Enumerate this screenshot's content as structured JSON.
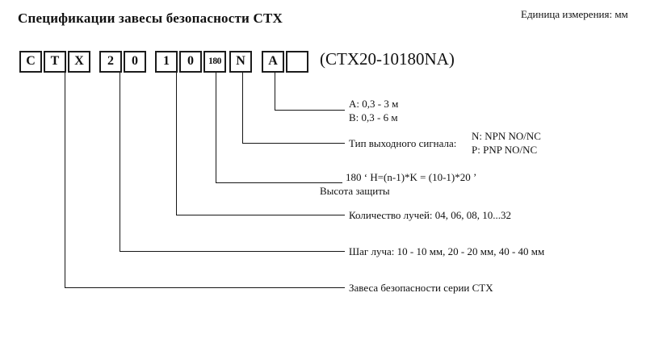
{
  "page": {
    "title": "Спецификации завесы безопасности СТХ",
    "unit_note": "Единица измерения: мм"
  },
  "code": {
    "boxes": [
      "С",
      "Т",
      "Х",
      "2",
      "0",
      "1",
      "0",
      "180",
      "N",
      "A",
      ""
    ],
    "full_code": "(СТХ20-10180NA)"
  },
  "legend": {
    "range_a": "A: 0,3 - 3 м",
    "range_b": "B: 0,3 - 6 м",
    "signal_label": "Тип выходного сигнала:",
    "signal_n": "N: NPN NO/NC",
    "signal_p": "P: PNP NO/NC",
    "height_formula": "180  ‘ H=(n-1)*K = (10-1)*20 ’",
    "height_label": "Высота защиты",
    "beam_count": "Количество лучей: 04, 06, 08, 10...32",
    "beam_pitch": "Шаг луча: 10 - 10 мм, 20 - 20 мм, 40 - 40 мм",
    "series": "Завеса безопасности серии СТХ"
  }
}
